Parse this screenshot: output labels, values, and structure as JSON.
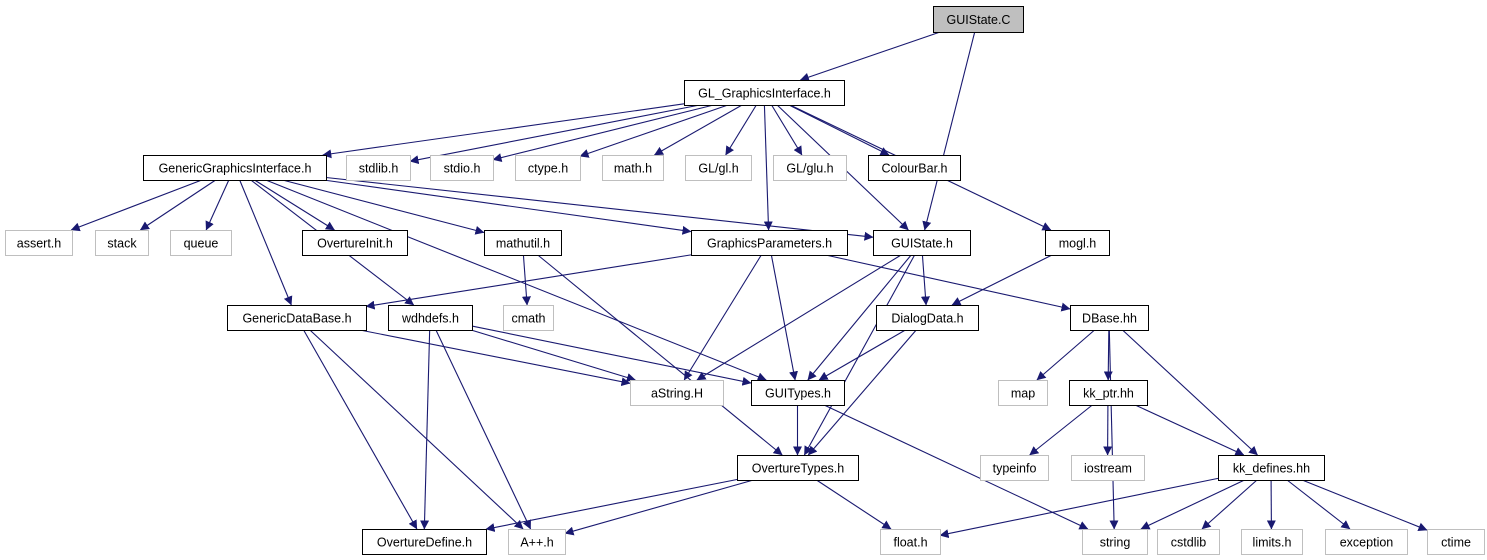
{
  "diagram": {
    "colors": {
      "edge": "#191970",
      "root_fill": "#bfbfbf",
      "node_border": "#000000",
      "external_border": "#bfbfbf",
      "background": "#ffffff"
    },
    "nodes": [
      {
        "id": "guistate_c",
        "label": "GUIState.C",
        "kind": "root"
      },
      {
        "id": "gl_gi",
        "label": "GL_GraphicsInterface.h",
        "kind": "file"
      },
      {
        "id": "ggi",
        "label": "GenericGraphicsInterface.h",
        "kind": "file"
      },
      {
        "id": "stdlib",
        "label": "stdlib.h",
        "kind": "external"
      },
      {
        "id": "stdio",
        "label": "stdio.h",
        "kind": "external"
      },
      {
        "id": "ctype",
        "label": "ctype.h",
        "kind": "external"
      },
      {
        "id": "math",
        "label": "math.h",
        "kind": "external"
      },
      {
        "id": "glgl",
        "label": "GL/gl.h",
        "kind": "external"
      },
      {
        "id": "glglu",
        "label": "GL/glu.h",
        "kind": "external"
      },
      {
        "id": "colourbar",
        "label": "ColourBar.h",
        "kind": "file"
      },
      {
        "id": "assert",
        "label": "assert.h",
        "kind": "external"
      },
      {
        "id": "stack",
        "label": "stack",
        "kind": "external"
      },
      {
        "id": "queue",
        "label": "queue",
        "kind": "external"
      },
      {
        "id": "overtureinit",
        "label": "OvertureInit.h",
        "kind": "file"
      },
      {
        "id": "mathutil",
        "label": "mathutil.h",
        "kind": "file"
      },
      {
        "id": "graphparams",
        "label": "GraphicsParameters.h",
        "kind": "file"
      },
      {
        "id": "guistate_h",
        "label": "GUIState.h",
        "kind": "file"
      },
      {
        "id": "mogl",
        "label": "mogl.h",
        "kind": "file"
      },
      {
        "id": "gdb",
        "label": "GenericDataBase.h",
        "kind": "file"
      },
      {
        "id": "wdhdefs",
        "label": "wdhdefs.h",
        "kind": "file"
      },
      {
        "id": "cmath",
        "label": "cmath",
        "kind": "external"
      },
      {
        "id": "dialogdata",
        "label": "DialogData.h",
        "kind": "file"
      },
      {
        "id": "dbase",
        "label": "DBase.hh",
        "kind": "file"
      },
      {
        "id": "astring",
        "label": "aString.H",
        "kind": "external"
      },
      {
        "id": "guitypes",
        "label": "GUITypes.h",
        "kind": "file"
      },
      {
        "id": "map",
        "label": "map",
        "kind": "external"
      },
      {
        "id": "kkptr",
        "label": "kk_ptr.hh",
        "kind": "file"
      },
      {
        "id": "typeinfo",
        "label": "typeinfo",
        "kind": "external"
      },
      {
        "id": "iostream",
        "label": "iostream",
        "kind": "external"
      },
      {
        "id": "overturetypes",
        "label": "OvertureTypes.h",
        "kind": "file"
      },
      {
        "id": "kkdefines",
        "label": "kk_defines.hh",
        "kind": "file"
      },
      {
        "id": "overturedefine",
        "label": "OvertureDefine.h",
        "kind": "file"
      },
      {
        "id": "app",
        "label": "A++.h",
        "kind": "external"
      },
      {
        "id": "float",
        "label": "float.h",
        "kind": "external"
      },
      {
        "id": "string",
        "label": "string",
        "kind": "external"
      },
      {
        "id": "cstdlib",
        "label": "cstdlib",
        "kind": "external"
      },
      {
        "id": "limits",
        "label": "limits.h",
        "kind": "external"
      },
      {
        "id": "exception",
        "label": "exception",
        "kind": "external"
      },
      {
        "id": "ctime",
        "label": "ctime",
        "kind": "external"
      }
    ],
    "edges": [
      [
        "guistate_c",
        "gl_gi"
      ],
      [
        "guistate_c",
        "guistate_h"
      ],
      [
        "gl_gi",
        "ggi"
      ],
      [
        "gl_gi",
        "stdlib"
      ],
      [
        "gl_gi",
        "stdio"
      ],
      [
        "gl_gi",
        "ctype"
      ],
      [
        "gl_gi",
        "math"
      ],
      [
        "gl_gi",
        "glgl"
      ],
      [
        "gl_gi",
        "glglu"
      ],
      [
        "gl_gi",
        "colourbar"
      ],
      [
        "gl_gi",
        "graphparams"
      ],
      [
        "gl_gi",
        "guistate_h"
      ],
      [
        "gl_gi",
        "mogl"
      ],
      [
        "ggi",
        "assert"
      ],
      [
        "ggi",
        "stack"
      ],
      [
        "ggi",
        "queue"
      ],
      [
        "ggi",
        "overtureinit"
      ],
      [
        "ggi",
        "mathutil"
      ],
      [
        "ggi",
        "graphparams"
      ],
      [
        "ggi",
        "guistate_h"
      ],
      [
        "ggi",
        "gdb"
      ],
      [
        "ggi",
        "wdhdefs"
      ],
      [
        "ggi",
        "guitypes"
      ],
      [
        "mathutil",
        "cmath"
      ],
      [
        "mathutil",
        "overturetypes"
      ],
      [
        "graphparams",
        "gdb"
      ],
      [
        "graphparams",
        "astring"
      ],
      [
        "graphparams",
        "guitypes"
      ],
      [
        "graphparams",
        "dbase"
      ],
      [
        "guistate_h",
        "dialogdata"
      ],
      [
        "guistate_h",
        "astring"
      ],
      [
        "guistate_h",
        "guitypes"
      ],
      [
        "guistate_h",
        "overturetypes"
      ],
      [
        "mogl",
        "dialogdata"
      ],
      [
        "gdb",
        "astring"
      ],
      [
        "gdb",
        "overturedefine"
      ],
      [
        "gdb",
        "app"
      ],
      [
        "wdhdefs",
        "astring"
      ],
      [
        "wdhdefs",
        "guitypes"
      ],
      [
        "wdhdefs",
        "overturedefine"
      ],
      [
        "wdhdefs",
        "app"
      ],
      [
        "dialogdata",
        "guitypes"
      ],
      [
        "dialogdata",
        "overturetypes"
      ],
      [
        "dbase",
        "map"
      ],
      [
        "dbase",
        "kkptr"
      ],
      [
        "dbase",
        "kkdefines"
      ],
      [
        "dbase",
        "string"
      ],
      [
        "guitypes",
        "overturetypes"
      ],
      [
        "guitypes",
        "string"
      ],
      [
        "kkptr",
        "typeinfo"
      ],
      [
        "kkptr",
        "iostream"
      ],
      [
        "kkptr",
        "kkdefines"
      ],
      [
        "overturetypes",
        "overturedefine"
      ],
      [
        "overturetypes",
        "app"
      ],
      [
        "overturetypes",
        "float"
      ],
      [
        "kkdefines",
        "float"
      ],
      [
        "kkdefines",
        "string"
      ],
      [
        "kkdefines",
        "cstdlib"
      ],
      [
        "kkdefines",
        "limits"
      ],
      [
        "kkdefines",
        "exception"
      ],
      [
        "kkdefines",
        "ctime"
      ]
    ]
  }
}
